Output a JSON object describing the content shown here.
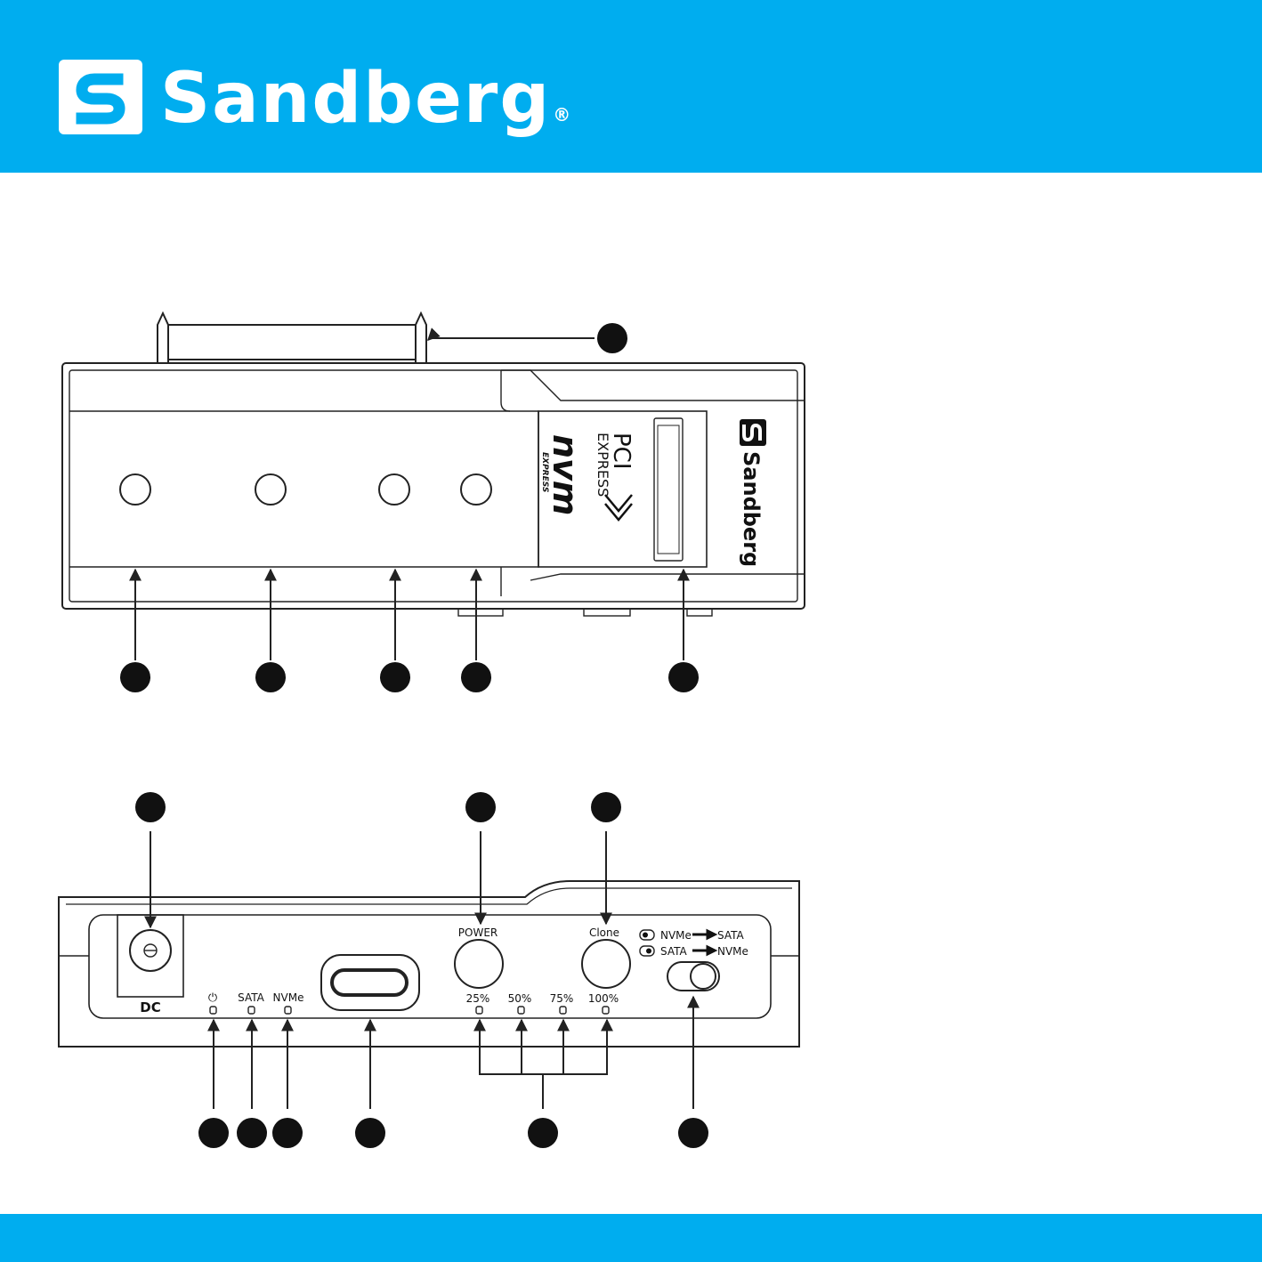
{
  "brand": {
    "name": "Sandberg",
    "registered": "®",
    "color": "#00adef"
  },
  "top_view": {
    "pci_express_label": "PCI",
    "express_label": "EXPRESS",
    "nvm_label": "nvm",
    "nvm_express_label": "EXPRESS",
    "brand_label": "Sandberg"
  },
  "front_panel": {
    "dc_label": "DC",
    "power_symbol": "⏻",
    "sata_label": "SATA",
    "nvme_label": "NVMe",
    "power_button_label": "POWER",
    "clone_button_label": "Clone",
    "progress_labels": [
      "25%",
      "50%",
      "75%",
      "100%"
    ],
    "mode_nvme_to_sata": [
      "NVMe",
      "SATA"
    ],
    "mode_sata_to_nvme": [
      "SATA",
      "NVMe"
    ]
  }
}
